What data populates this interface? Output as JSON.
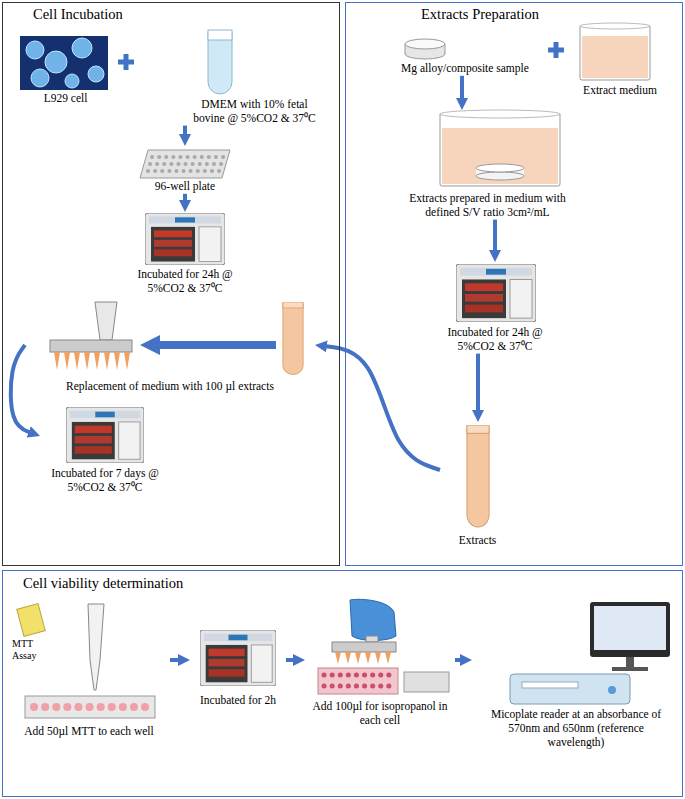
{
  "diagram": {
    "nodes": [
      {
        "text": [
          "Cell Incubation"
        ]
      },
      {
        "text": [
          "L929 cell"
        ],
        "in": 0
      },
      {
        "text": [
          "DMEM with 10% fetal bovine @ 5%CO2 & 37⁰C"
        ],
        "in": 0
      },
      {
        "text": [
          "96-well plate"
        ],
        "in": 0
      },
      {
        "text": [
          "Incubated for 24h @ 5%CO2 & 37⁰C"
        ],
        "in": 0
      },
      {
        "text": [
          "Replacement of medium with 100 µl extracts"
        ],
        "in": 0
      },
      {
        "text": [
          "Incubated for 7 days @ 5%CO2 & 37⁰C"
        ],
        "in": 0
      },
      {
        "text": [
          "Extracts Preparation"
        ]
      },
      {
        "text": [
          "Mg alloy/composite sample"
        ],
        "in": 7
      },
      {
        "text": [
          "Extract medium"
        ],
        "in": 7
      },
      {
        "text": [
          "Extracts prepared in medium with defined S/V ratio 3cm²/mL"
        ],
        "in": 7
      },
      {
        "text": [
          "Incubated for 24h @ 5%CO2 & 37⁰C"
        ],
        "in": 7
      },
      {
        "text": [
          "Extracts"
        ],
        "in": 7
      },
      {
        "text": [
          "Cell viability determination"
        ]
      },
      {
        "text": [
          "MTT Assay",
          "Add 50µl MTT to each well"
        ],
        "in": 13
      },
      {
        "text": [
          "Incubated for 2h"
        ],
        "in": 13
      },
      {
        "text": [
          "Add 100µl for isopropanol in each cell"
        ],
        "in": 13
      },
      {
        "text": [
          "Micoplate reader at an absorbance of 570nm and 650nm (reference wavelength)"
        ],
        "in": 13
      }
    ],
    "edges": [
      {
        "from": 2,
        "to": 3,
        "arrow": "to"
      },
      {
        "from": 3,
        "to": 4,
        "arrow": "to"
      },
      {
        "from": 5,
        "to": 6,
        "arrow": "to"
      },
      {
        "from": 8,
        "to": 10,
        "arrow": "to"
      },
      {
        "from": 10,
        "to": 11,
        "arrow": "to"
      },
      {
        "from": 11,
        "to": 12,
        "arrow": "to"
      },
      {
        "from": 12,
        "to": 5,
        "arrow": "to"
      },
      {
        "from": 14,
        "to": 15,
        "arrow": "to"
      },
      {
        "from": 15,
        "to": 16,
        "arrow": "to"
      },
      {
        "from": 16,
        "to": 17,
        "arrow": "to"
      }
    ]
  }
}
